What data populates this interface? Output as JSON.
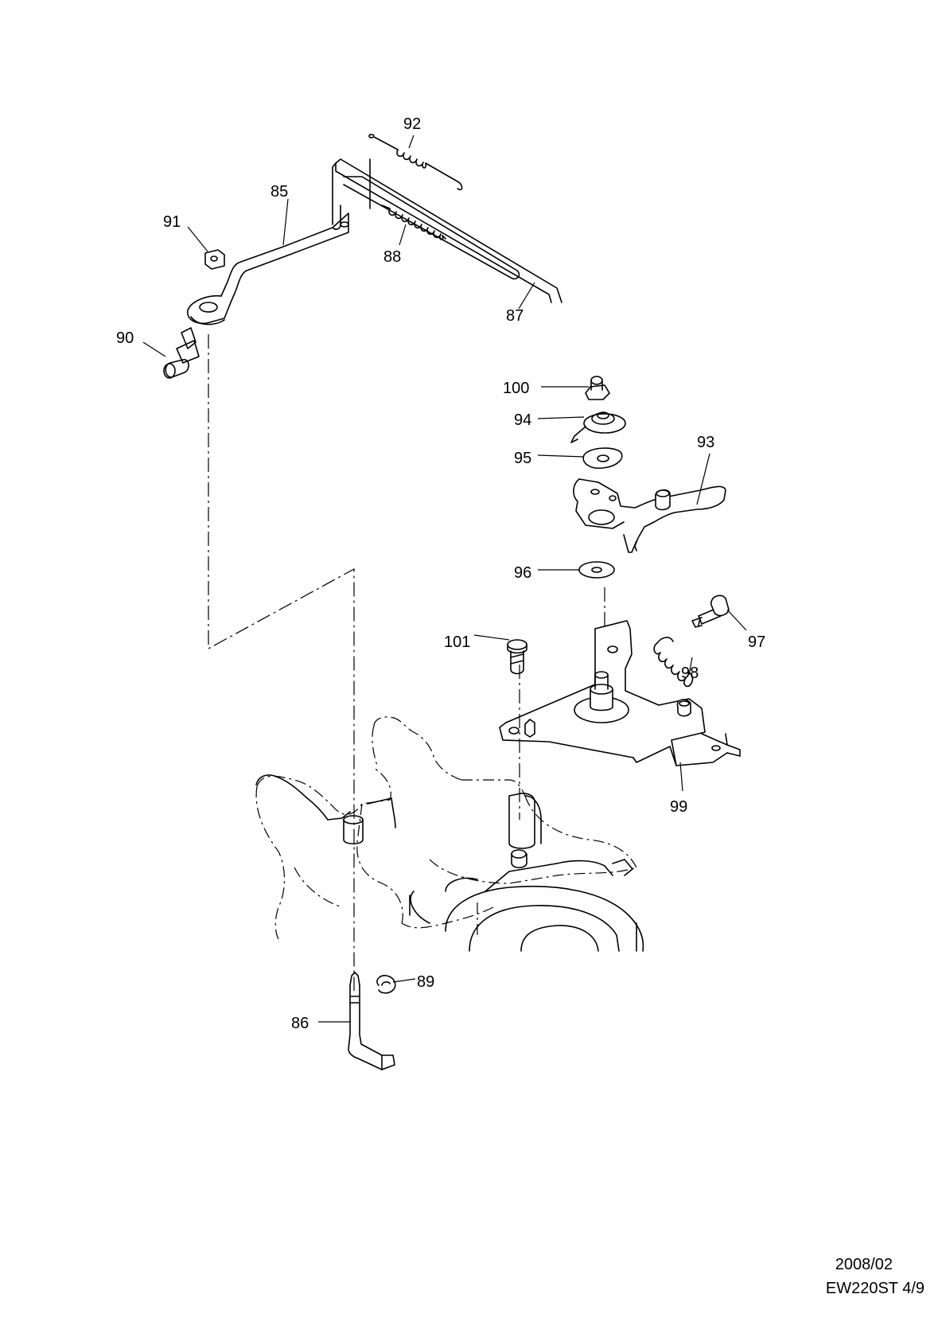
{
  "labels": {
    "p85": "85",
    "p86": "86",
    "p87": "87",
    "p88": "88",
    "p89": "89",
    "p90": "90",
    "p91": "91",
    "p92": "92",
    "p93": "93",
    "p94": "94",
    "p95": "95",
    "p96": "96",
    "p97": "97",
    "p98": "98",
    "p99": "99",
    "p100": "100",
    "p101": "101"
  },
  "footer": {
    "date": "2008/02",
    "code": "EW220ST 4/9"
  }
}
